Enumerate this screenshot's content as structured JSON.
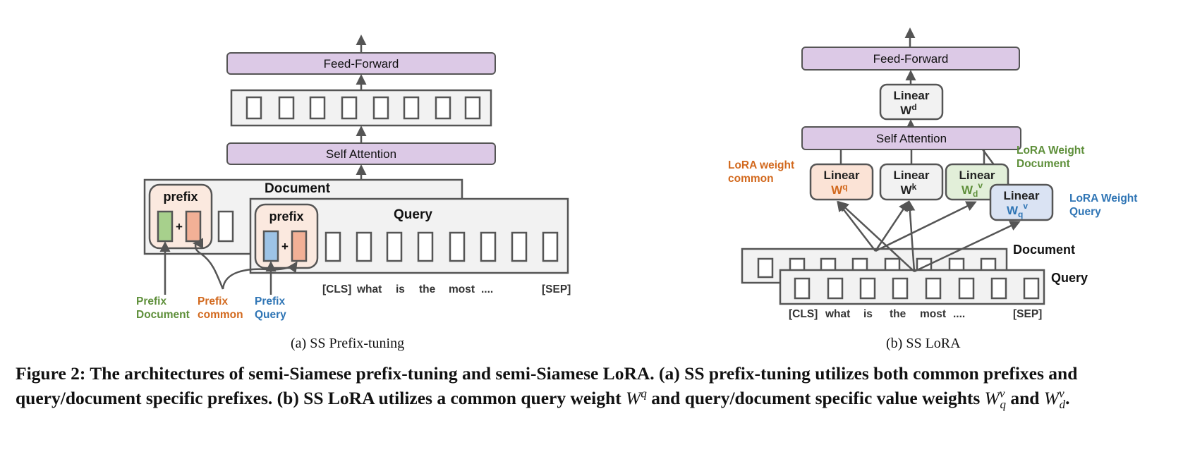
{
  "left": {
    "feed_forward": "Feed-Forward",
    "self_attention": "Self  Attention",
    "document_label": "Document",
    "query_label": "Query",
    "prefix_doc": "prefix",
    "prefix_query": "prefix",
    "plus": "+",
    "legend_doc_1": "Prefix",
    "legend_doc_2": "Document",
    "legend_common_1": "Prefix",
    "legend_common_2": "common",
    "legend_query_1": "Prefix",
    "legend_query_2": "Query",
    "tokens": [
      "[CLS]",
      "what",
      "is",
      "the",
      "most",
      "....",
      "[SEP]"
    ],
    "subcaption": "(a)  SS Prefix-tuning"
  },
  "right": {
    "feed_forward": "Feed-Forward",
    "self_attention": "Self Attention",
    "linear": "Linear",
    "w_d_base": "W",
    "w_d_sup": "d",
    "w_q_base": "W",
    "w_q_sup": "q",
    "w_k_base": "W",
    "w_k_sup": "k",
    "w_dv_base": "W",
    "w_dv_sub": "d",
    "w_dv_sup": "v",
    "w_qv_base": "W",
    "w_qv_sub": "q",
    "w_qv_sup": "v",
    "lora_common_1": "LoRA weight",
    "lora_common_2": "common",
    "lora_doc_1": "LoRA Weight",
    "lora_doc_2": "Document",
    "lora_query_1": "LoRA Weight",
    "lora_query_2": "Query",
    "document_label": "Document",
    "query_label": "Query",
    "tokens": [
      "[CLS]",
      "what",
      "is",
      "the",
      "most",
      "....",
      "[SEP]"
    ],
    "subcaption": "(b)  SS LoRA"
  },
  "caption": {
    "p1": "Figure 2: The architectures of semi-Siamese prefix-tuning and semi-Siamese LoRA. (a) SS prefix-tuning utilizes both common prefixes and query/document specific prefixes. (b) SS LoRA utilizes a common query weight ",
    "wq_base": "W",
    "wq_sup": "q",
    "p2": " and query/document specific value weights ",
    "wvq_base": "W",
    "wvq_sup": "v",
    "wvq_sub": "q",
    "p3": " and ",
    "wvd_base": "W",
    "wvd_sup": "v",
    "wvd_sub": "d",
    "p4": "."
  },
  "colors": {
    "purple": "#dcc9e6",
    "stroke": "#555555",
    "green": "#a7d08c",
    "orange": "#f2b096",
    "blue": "#9dc3e6",
    "green_text": "#5e8f3a",
    "orange_text": "#d2691e",
    "blue_text": "#2f75b5",
    "peach_box": "#fbe3d6",
    "green_box": "#e2efd9",
    "blue_box": "#dae3f3"
  }
}
